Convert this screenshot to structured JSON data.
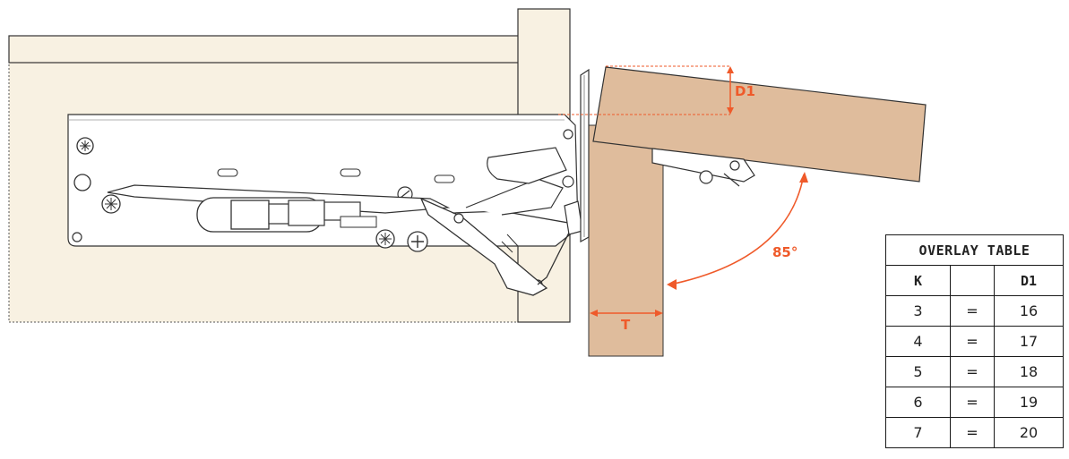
{
  "labels": {
    "d1": "D1",
    "angle": "85°",
    "t": "T"
  },
  "overlay_table": {
    "title": "OVERLAY TABLE",
    "headers": [
      "K",
      "",
      "D1"
    ],
    "rows": [
      [
        "3",
        "=",
        "16"
      ],
      [
        "4",
        "=",
        "17"
      ],
      [
        "5",
        "=",
        "18"
      ],
      [
        "6",
        "=",
        "19"
      ],
      [
        "7",
        "=",
        "20"
      ]
    ]
  },
  "colors": {
    "cabinet": "#f8f1e2",
    "door": "#dfbc9c",
    "dimension": "#ef5a2a",
    "line": "#333333"
  },
  "icons": [
    "screw-icon",
    "bracket-icon",
    "hinge-arm-icon"
  ]
}
